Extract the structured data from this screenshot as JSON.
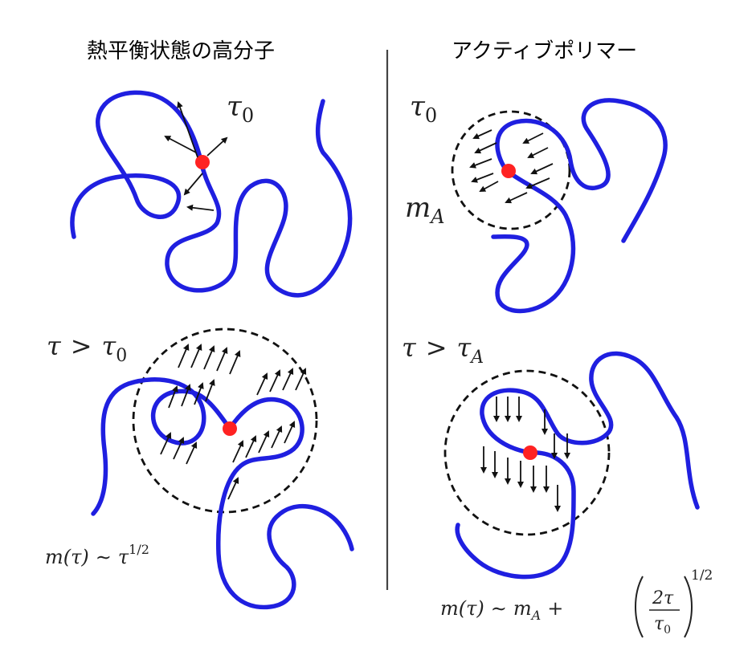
{
  "titles": {
    "left": "熱平衡状態の高分子",
    "right": "アクティブポリマー"
  },
  "labels": {
    "left_top_tau": "τ",
    "left_top_sub": "0",
    "right_top_tau": "τ",
    "right_top_sub": "0",
    "right_top_m": "m",
    "right_top_m_sub": "A",
    "left_bottom_cond_tau": "τ",
    "left_bottom_cond_gt": ">",
    "left_bottom_cond_tau0": "τ",
    "left_bottom_cond_sub": "0",
    "right_bottom_cond_tau": "τ",
    "right_bottom_cond_gt": ">",
    "right_bottom_cond_tau0": "τ",
    "right_bottom_cond_sub": "A",
    "left_formula_m": "m(τ)",
    "left_formula_sim": "∼",
    "left_formula_tau": "τ",
    "left_formula_exp": "1/2",
    "right_formula_m": "m(τ)",
    "right_formula_sim": "∼",
    "right_formula_ma": "m",
    "right_formula_ma_sub": "A",
    "right_formula_plus": "+",
    "right_formula_num": "2τ",
    "right_formula_den": "τ",
    "right_formula_den_sub": "0",
    "right_formula_exp": "1/2"
  },
  "colors": {
    "chain": "#1f1fe0",
    "monomer": "#ff2222",
    "circle": "#111111",
    "divider": "#444444"
  }
}
